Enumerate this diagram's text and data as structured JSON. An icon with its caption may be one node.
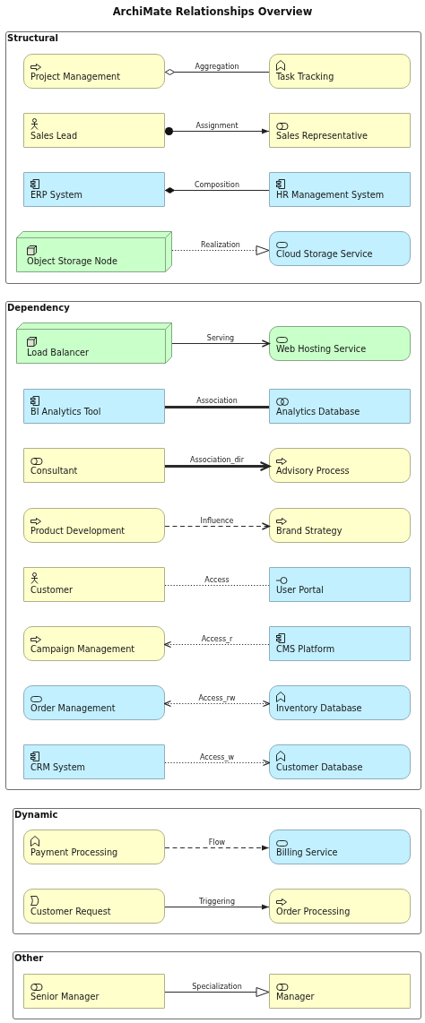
{
  "diagram": {
    "title": "ArchiMate Relationships Overview",
    "nodes": [
      {
        "text": [
          "Structural"
        ]
      },
      {
        "text": [
          "Project Management"
        ],
        "in": 0
      },
      {
        "text": [
          "Task Tracking"
        ],
        "in": 0
      },
      {
        "text": [
          "Sales Lead"
        ],
        "in": 0
      },
      {
        "text": [
          "Sales Representative"
        ],
        "in": 0
      },
      {
        "text": [
          "ERP System"
        ],
        "in": 0
      },
      {
        "text": [
          "HR Management System"
        ],
        "in": 0
      },
      {
        "text": [
          "Object Storage Node"
        ],
        "in": 0
      },
      {
        "text": [
          "Cloud Storage Service"
        ],
        "in": 0
      },
      {
        "text": [
          "Dependency"
        ]
      },
      {
        "text": [
          "Load Balancer"
        ],
        "in": 9
      },
      {
        "text": [
          "Web Hosting Service"
        ],
        "in": 9
      },
      {
        "text": [
          "BI Analytics Tool"
        ],
        "in": 9
      },
      {
        "text": [
          "Analytics Database"
        ],
        "in": 9
      },
      {
        "text": [
          "Consultant"
        ],
        "in": 9
      },
      {
        "text": [
          "Advisory Process"
        ],
        "in": 9
      },
      {
        "text": [
          "Product Development"
        ],
        "in": 9
      },
      {
        "text": [
          "Brand Strategy"
        ],
        "in": 9
      },
      {
        "text": [
          "Customer"
        ],
        "in": 9
      },
      {
        "text": [
          "User Portal"
        ],
        "in": 9
      },
      {
        "text": [
          "Campaign Management"
        ],
        "in": 9
      },
      {
        "text": [
          "CMS Platform"
        ],
        "in": 9
      },
      {
        "text": [
          "Order Management"
        ],
        "in": 9
      },
      {
        "text": [
          "Inventory Database"
        ],
        "in": 9
      },
      {
        "text": [
          "CRM System"
        ],
        "in": 9
      },
      {
        "text": [
          "Customer Database"
        ],
        "in": 9
      },
      {
        "text": [
          "Dynamic"
        ]
      },
      {
        "text": [
          "Payment Processing"
        ],
        "in": 26
      },
      {
        "text": [
          "Billing Service"
        ],
        "in": 26
      },
      {
        "text": [
          "Customer Request"
        ],
        "in": 26
      },
      {
        "text": [
          "Order Processing"
        ],
        "in": 26
      },
      {
        "text": [
          "Other"
        ]
      },
      {
        "text": [
          "Senior Manager"
        ],
        "in": 31
      },
      {
        "text": [
          "Manager"
        ],
        "in": 31
      }
    ],
    "edges": [
      {
        "from": 1,
        "to": 2,
        "arrow": "other",
        "label": "Aggregation"
      },
      {
        "from": 3,
        "to": 4,
        "arrow": "to",
        "label": "Assignment"
      },
      {
        "from": 5,
        "to": 6,
        "arrow": "other",
        "label": "Composition"
      },
      {
        "from": 7,
        "to": 8,
        "arrow": "to",
        "label": "Realization",
        "style": "dashed"
      },
      {
        "from": 10,
        "to": 11,
        "arrow": "to",
        "label": "Serving"
      },
      {
        "from": 12,
        "to": 13,
        "arrow": "none",
        "label": "Association",
        "style": "thick"
      },
      {
        "from": 14,
        "to": 15,
        "arrow": "to",
        "label": "Association_dir",
        "style": "thick"
      },
      {
        "from": 16,
        "to": 17,
        "arrow": "to",
        "label": "Influence",
        "style": "dashed"
      },
      {
        "from": 18,
        "to": 19,
        "arrow": "none",
        "label": "Access",
        "style": "dashed"
      },
      {
        "from": 21,
        "to": 20,
        "arrow": "to",
        "label": "Access_r",
        "style": "dashed"
      },
      {
        "from": 22,
        "to": 23,
        "arrow": "both",
        "label": "Access_rw",
        "style": "dashed"
      },
      {
        "from": 24,
        "to": 25,
        "arrow": "to",
        "label": "Access_w",
        "style": "dashed"
      },
      {
        "from": 27,
        "to": 28,
        "arrow": "to",
        "label": "Flow",
        "style": "dashed"
      },
      {
        "from": 29,
        "to": 30,
        "arrow": "to",
        "label": "Triggering"
      },
      {
        "from": 32,
        "to": 33,
        "arrow": "to",
        "label": "Specialization"
      }
    ]
  }
}
